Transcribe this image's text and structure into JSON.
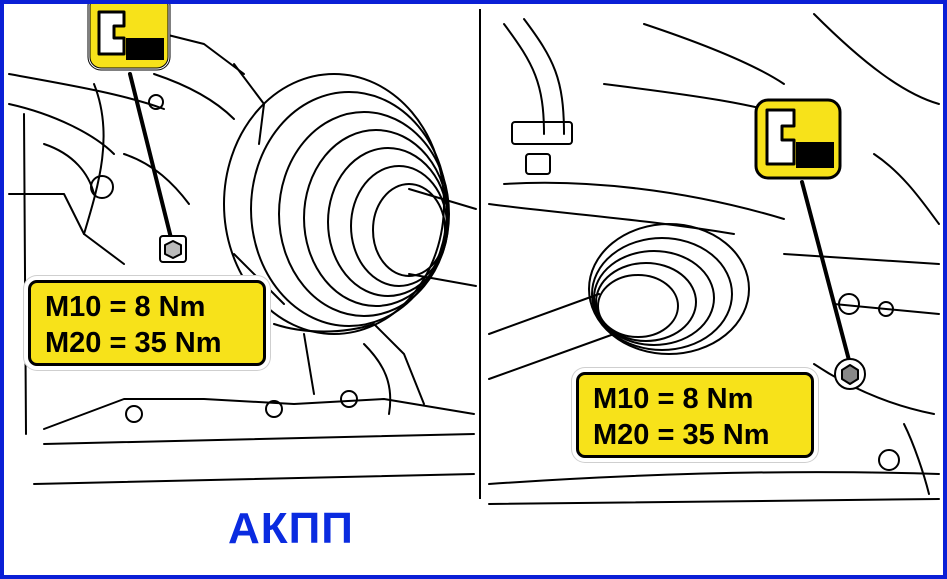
{
  "left_panel": {
    "torque": {
      "line1": "M10 = 8 Nm",
      "line2": "M20 = 35 Nm"
    }
  },
  "right_panel": {
    "torque": {
      "line1": "M10 = 8 Nm",
      "line2": "M20 = 35 Nm"
    }
  },
  "caption": "АКПП",
  "icons": {
    "wrench": "socket-wrench-icon",
    "bolt": "hex-bolt-icon"
  },
  "colors": {
    "frame": "#0a1fd6",
    "caption": "#0a2be0",
    "label_fill": "#f7e21a",
    "line_art": "#000000"
  }
}
